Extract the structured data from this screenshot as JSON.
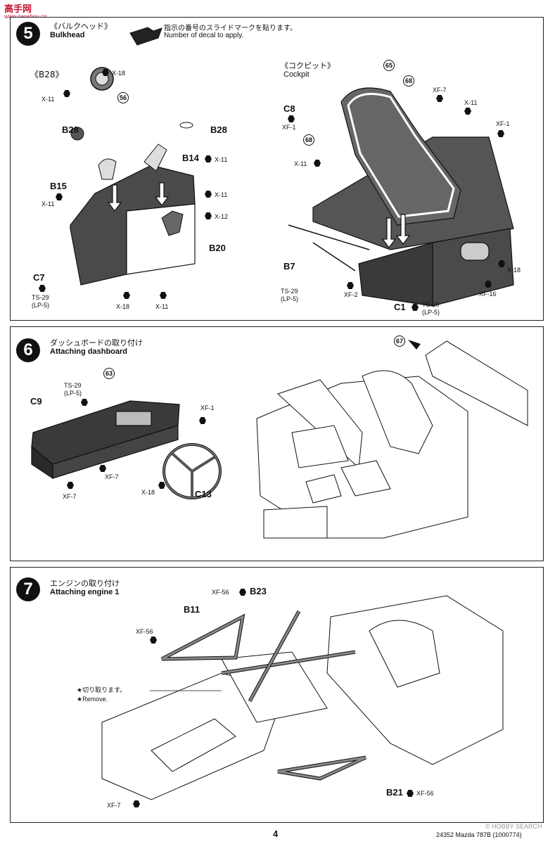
{
  "watermark": {
    "brand": "高手网",
    "url": "www.gaoshou.cn"
  },
  "step5": {
    "number": "5",
    "title_jp": "《バルクヘッド》",
    "title_en": "Bulkhead",
    "decal_note_jp": "指示の番号のスライドマークを貼ります。",
    "decal_note_en": "Number of decal to apply.",
    "b28_header": "《B28》",
    "cockpit_jp": "《コクピット》",
    "cockpit_en": "Cockpit",
    "labels": {
      "b28_a": "B28",
      "b28_b": "B28",
      "b14": "B14",
      "b15": "B15",
      "b20": "B20",
      "c7": "C7",
      "c8": "C8",
      "b7": "B7",
      "c1": "C1"
    },
    "codes": {
      "x18": "X-18",
      "x11": "X-11",
      "x12": "X-12",
      "xf1": "XF-1",
      "xf7": "XF-7",
      "xf2": "XF-2",
      "xf16": "XF-16",
      "ts29": "TS-29",
      "lp5": "(LP-5)"
    },
    "decals": {
      "d56": "56",
      "d65": "65",
      "d68": "68"
    }
  },
  "step6": {
    "number": "6",
    "title_jp": "ダッシュボードの取り付け",
    "title_en": "Attaching dashboard",
    "labels": {
      "c9": "C9",
      "c13": "C13"
    },
    "codes": {
      "ts29": "TS-29",
      "lp5": "(LP-5)",
      "xf1": "XF-1",
      "xf7": "XF-7",
      "x18": "X-18"
    },
    "decals": {
      "d63": "63",
      "d67": "67"
    }
  },
  "step7": {
    "number": "7",
    "title_jp": "エンジンの取り付け",
    "title_en": "Attaching engine 1",
    "labels": {
      "b11": "B11",
      "b23": "B23",
      "b21": "B21"
    },
    "codes": {
      "xf56": "XF-56",
      "xf7": "XF-7"
    },
    "cut_jp": "★切り取ります。",
    "cut_en": "★Remove."
  },
  "footer": {
    "page_number": "4",
    "code": "24352 Mazda 787B (1000774)",
    "watermark_right": "© HOBBY SEARCH"
  }
}
